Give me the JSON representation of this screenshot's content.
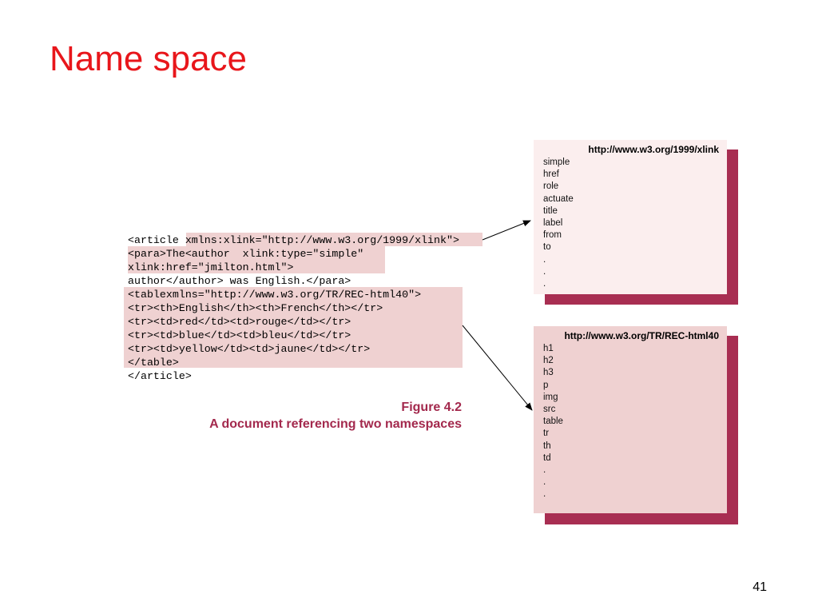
{
  "slide": {
    "title": "Name space",
    "page_number": "41"
  },
  "code": {
    "lines": [
      "<article xmlns:xlink=\"http://www.w3.org/1999/xlink\">",
      "<para>The<author  xlink:type=\"simple\"",
      "xlink:href=\"jmilton.html\">",
      "author</author> was English.</para>",
      "<tablexmlns=\"http://www.w3.org/TR/REC-html40\">",
      "<tr><th>English</th><th>French</th></tr>",
      "<tr><td>red</td><td>rouge</td></tr>",
      "<tr><td>blue</td><td>bleu</td></tr>",
      "<tr><td>yellow</td><td>jaune</td></tr>",
      "</table>",
      "</article>"
    ]
  },
  "figure": {
    "number": "Figure 4.2",
    "caption": "A document referencing two namespaces"
  },
  "namespaces": {
    "xlink": {
      "uri": "http://www.w3.org/1999/xlink",
      "items": [
        "simple",
        "href",
        "role",
        "actuate",
        "title",
        "label",
        "from",
        "to",
        ".",
        ".",
        "."
      ]
    },
    "html": {
      "uri": "http://www.w3.org/TR/REC-html40",
      "items": [
        "h1",
        "h2",
        "h3",
        "p",
        "img",
        "src",
        "table",
        "tr",
        "th",
        "td",
        ".",
        ".",
        "."
      ]
    }
  },
  "colors": {
    "title": "#e8161b",
    "caption": "#a3294d",
    "box_shadow": "#a82e52",
    "highlight": "#efd1d1",
    "xlink_box": "#fbeeee"
  }
}
